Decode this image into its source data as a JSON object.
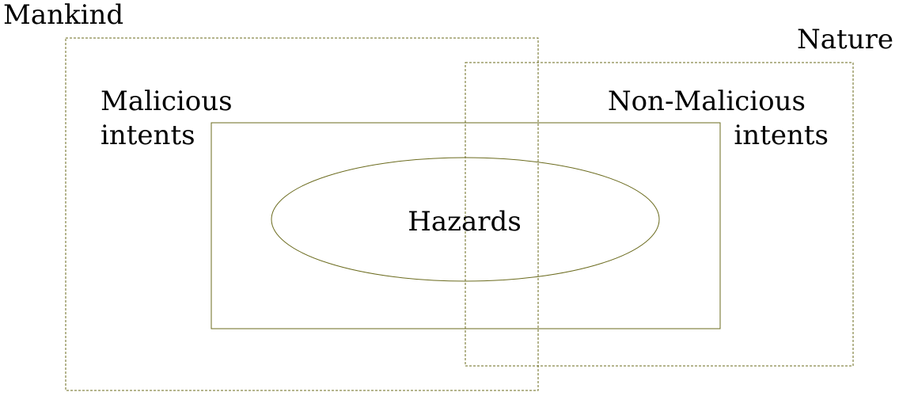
{
  "diagram": {
    "labels": {
      "mankind": "Mankind",
      "nature": "Nature",
      "malicious_line1": "Malicious",
      "malicious_line2": "intents",
      "non_malicious_line1": "Non-Malicious",
      "non_malicious_line2": "intents",
      "hazards": "Hazards"
    },
    "colors": {
      "stroke": "#6b6b1e",
      "text": "#000000",
      "background": "#ffffff"
    }
  }
}
